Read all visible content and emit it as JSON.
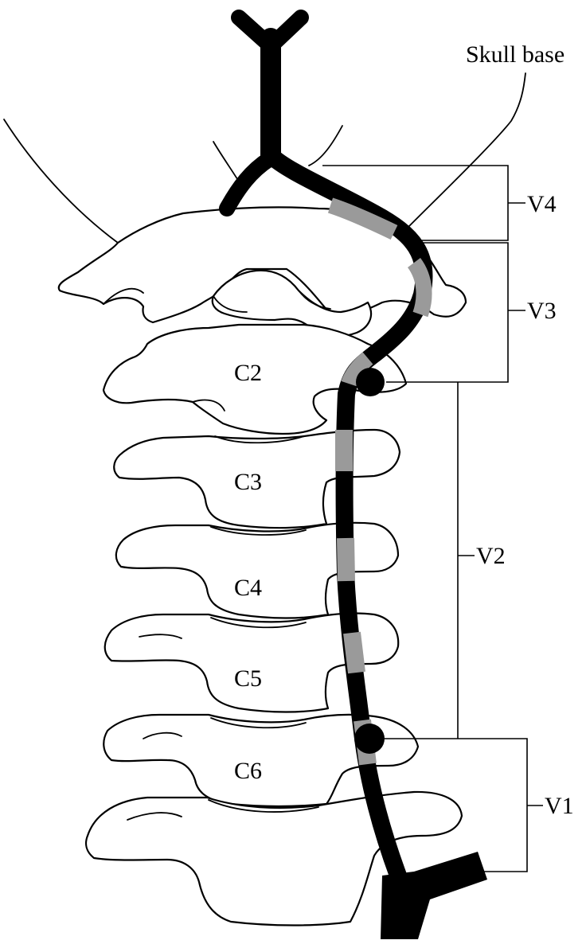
{
  "labels": {
    "skull_base": "Skull base",
    "vertebrae": [
      "C2",
      "C3",
      "C4",
      "C5",
      "C6"
    ],
    "segments": [
      "V4",
      "V3",
      "V2",
      "V1"
    ]
  },
  "colors": {
    "artery": "#000000",
    "artery_highlight": "#9a9a9a",
    "background": "#ffffff"
  }
}
